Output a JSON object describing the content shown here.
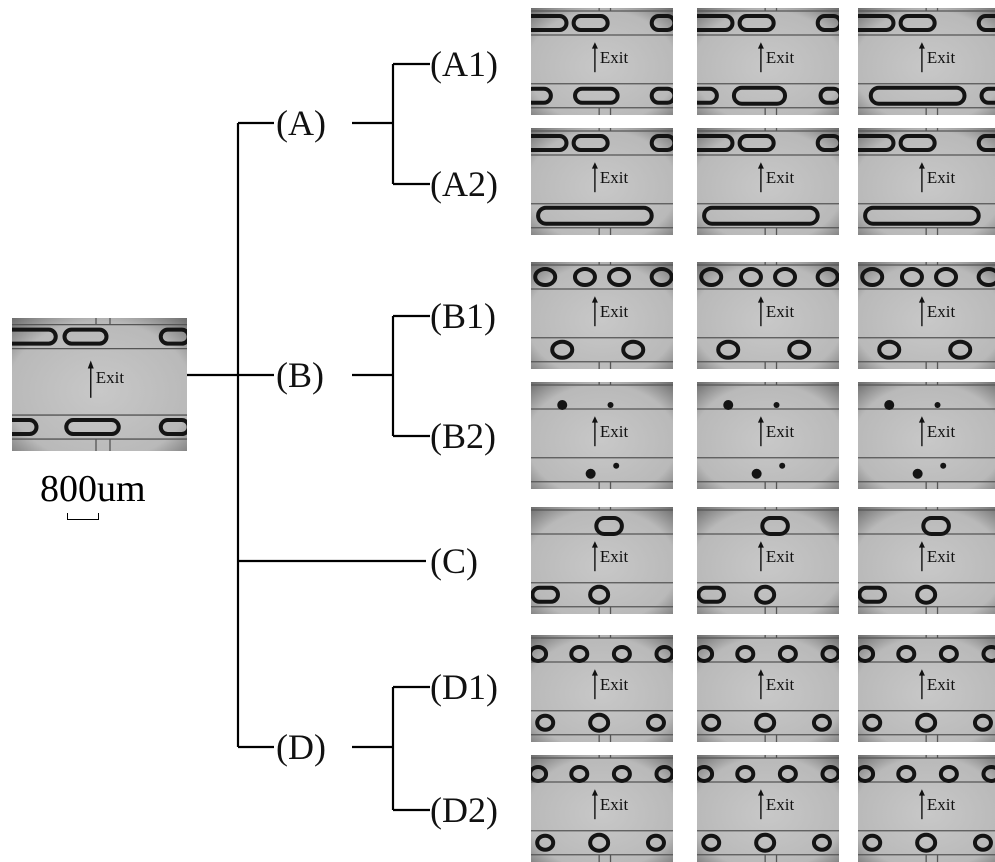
{
  "labels": {
    "A": "(A)",
    "A1": "(A1)",
    "A2": "(A2)",
    "B": "(B)",
    "B1": "(B1)",
    "B2": "(B2)",
    "C": "(C)",
    "D": "(D)",
    "D1": "(D1)",
    "D2": "(D2)"
  },
  "scale_label": "800um",
  "exit_label": "Exit",
  "colors": {
    "background": "#ffffff",
    "line": "#000000",
    "photo_bg": "#b9b9b9",
    "photo_edge": "#6a6a6a",
    "droplet": "#141414"
  },
  "rows": [
    {
      "id": "A1",
      "frames": 3
    },
    {
      "id": "A2",
      "frames": 3
    },
    {
      "id": "B1",
      "frames": 3
    },
    {
      "id": "B2",
      "frames": 3
    },
    {
      "id": "C",
      "frames": 3
    },
    {
      "id": "D1",
      "frames": 3
    },
    {
      "id": "D2",
      "frames": 3
    }
  ]
}
